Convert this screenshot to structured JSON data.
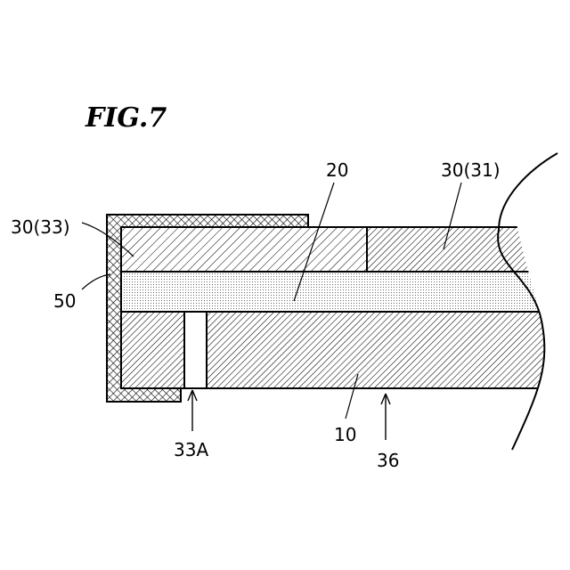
{
  "figure": {
    "title": "FIG.7",
    "labels": {
      "frame_33": "30(33)",
      "sealant_50": "50",
      "layer_20": "20",
      "layer_31": "30(31)",
      "hole_33a": "33A",
      "base_10": "10",
      "surface_36": "36"
    }
  }
}
